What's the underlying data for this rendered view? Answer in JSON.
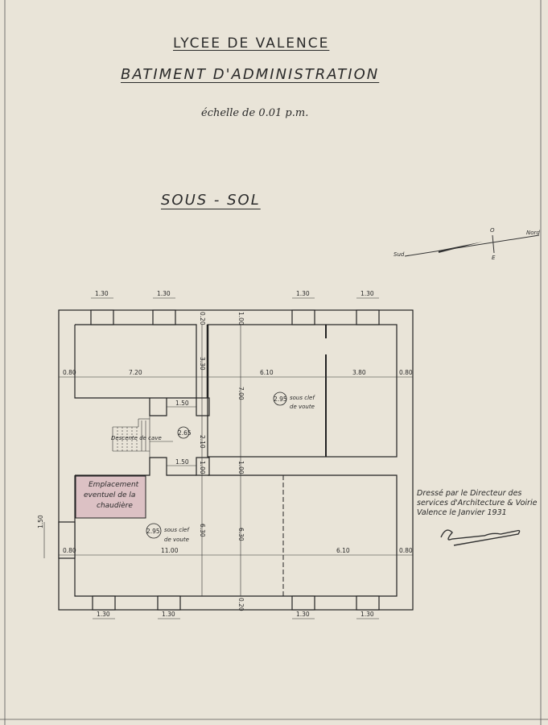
{
  "header": {
    "school": "LYCEE DE VALENCE",
    "building": "BATIMENT D'ADMINISTRATION",
    "scale": "échelle de 0.01 p.m."
  },
  "level": "SOUS - SOL",
  "compass": {
    "north": "Nord",
    "south": "Sud",
    "east": "E",
    "west": "O"
  },
  "plan": {
    "window_widths": [
      "1.30",
      "1.30",
      "1.30",
      "1.30",
      "1.30",
      "1.30",
      "1.30",
      "1.30"
    ],
    "wall_thickness": "0.80",
    "top_dims": [
      "7.20",
      "6.10",
      "3.80"
    ],
    "bottom_dims": [
      "11.00",
      "6.10"
    ],
    "vertical_dims": [
      "3.30",
      "7.00",
      "2.10",
      "1.00",
      "6.30",
      "6.30",
      "1.00",
      "0.20",
      "0.20",
      "1.00",
      "1.50"
    ],
    "corridor_dims": [
      "1.50",
      "1.50"
    ],
    "stair_label": "Descente de cave",
    "stair_height": "2.65",
    "vault_top": {
      "height": "2.95",
      "text1": "sous clef",
      "text2": "de voute"
    },
    "vault_bottom": {
      "height": "2.95",
      "text1": "sous clef",
      "text2": "de voute"
    },
    "boiler_lines": [
      "Emplacement",
      "eventuel de la",
      "chaudière"
    ],
    "boiler_color": "#dcc1c4"
  },
  "credit": {
    "line1": "Dressé par le Directeur des",
    "line2": "services d'Architecture & Voirie",
    "line3": "Valence le     Janvier 1931"
  }
}
